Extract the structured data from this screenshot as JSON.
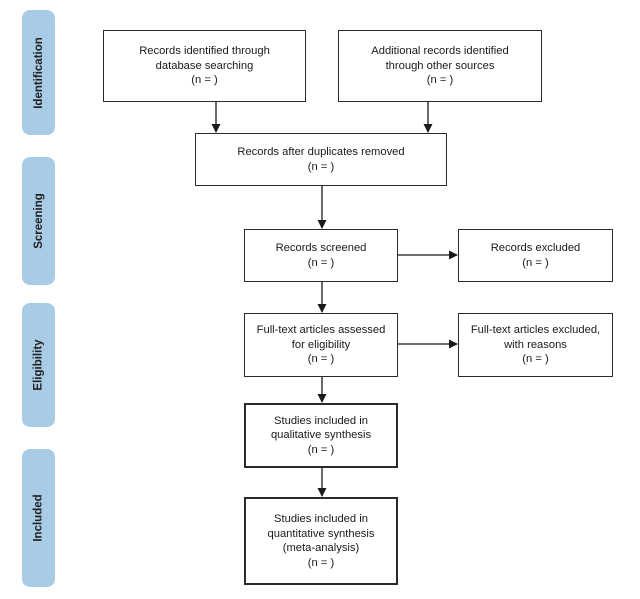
{
  "phases": {
    "identification": "Identification",
    "screening": "Screening",
    "eligibility": "Eligibility",
    "included": "Included"
  },
  "boxes": {
    "db_search": [
      "Records identified through",
      "database searching",
      "(n =   )"
    ],
    "other_sources": [
      "Additional records identified",
      "through other sources",
      "(n =   )"
    ],
    "duplicates_removed": [
      "Records after duplicates removed",
      "(n =   )"
    ],
    "screened": [
      "Records screened",
      "(n =   )"
    ],
    "excluded": [
      "Records excluded",
      "(n =   )"
    ],
    "fulltext_assessed": [
      "Full-text articles assessed",
      "for eligibility",
      "(n =   )"
    ],
    "fulltext_excluded": [
      "Full-text articles excluded,",
      "with reasons",
      "(n =   )"
    ],
    "qualitative": [
      "Studies included in",
      "qualitative synthesis",
      "(n =   )"
    ],
    "quantitative": [
      "Studies included in",
      "quantitative synthesis",
      "(meta-analysis)",
      "(n =   )"
    ]
  }
}
